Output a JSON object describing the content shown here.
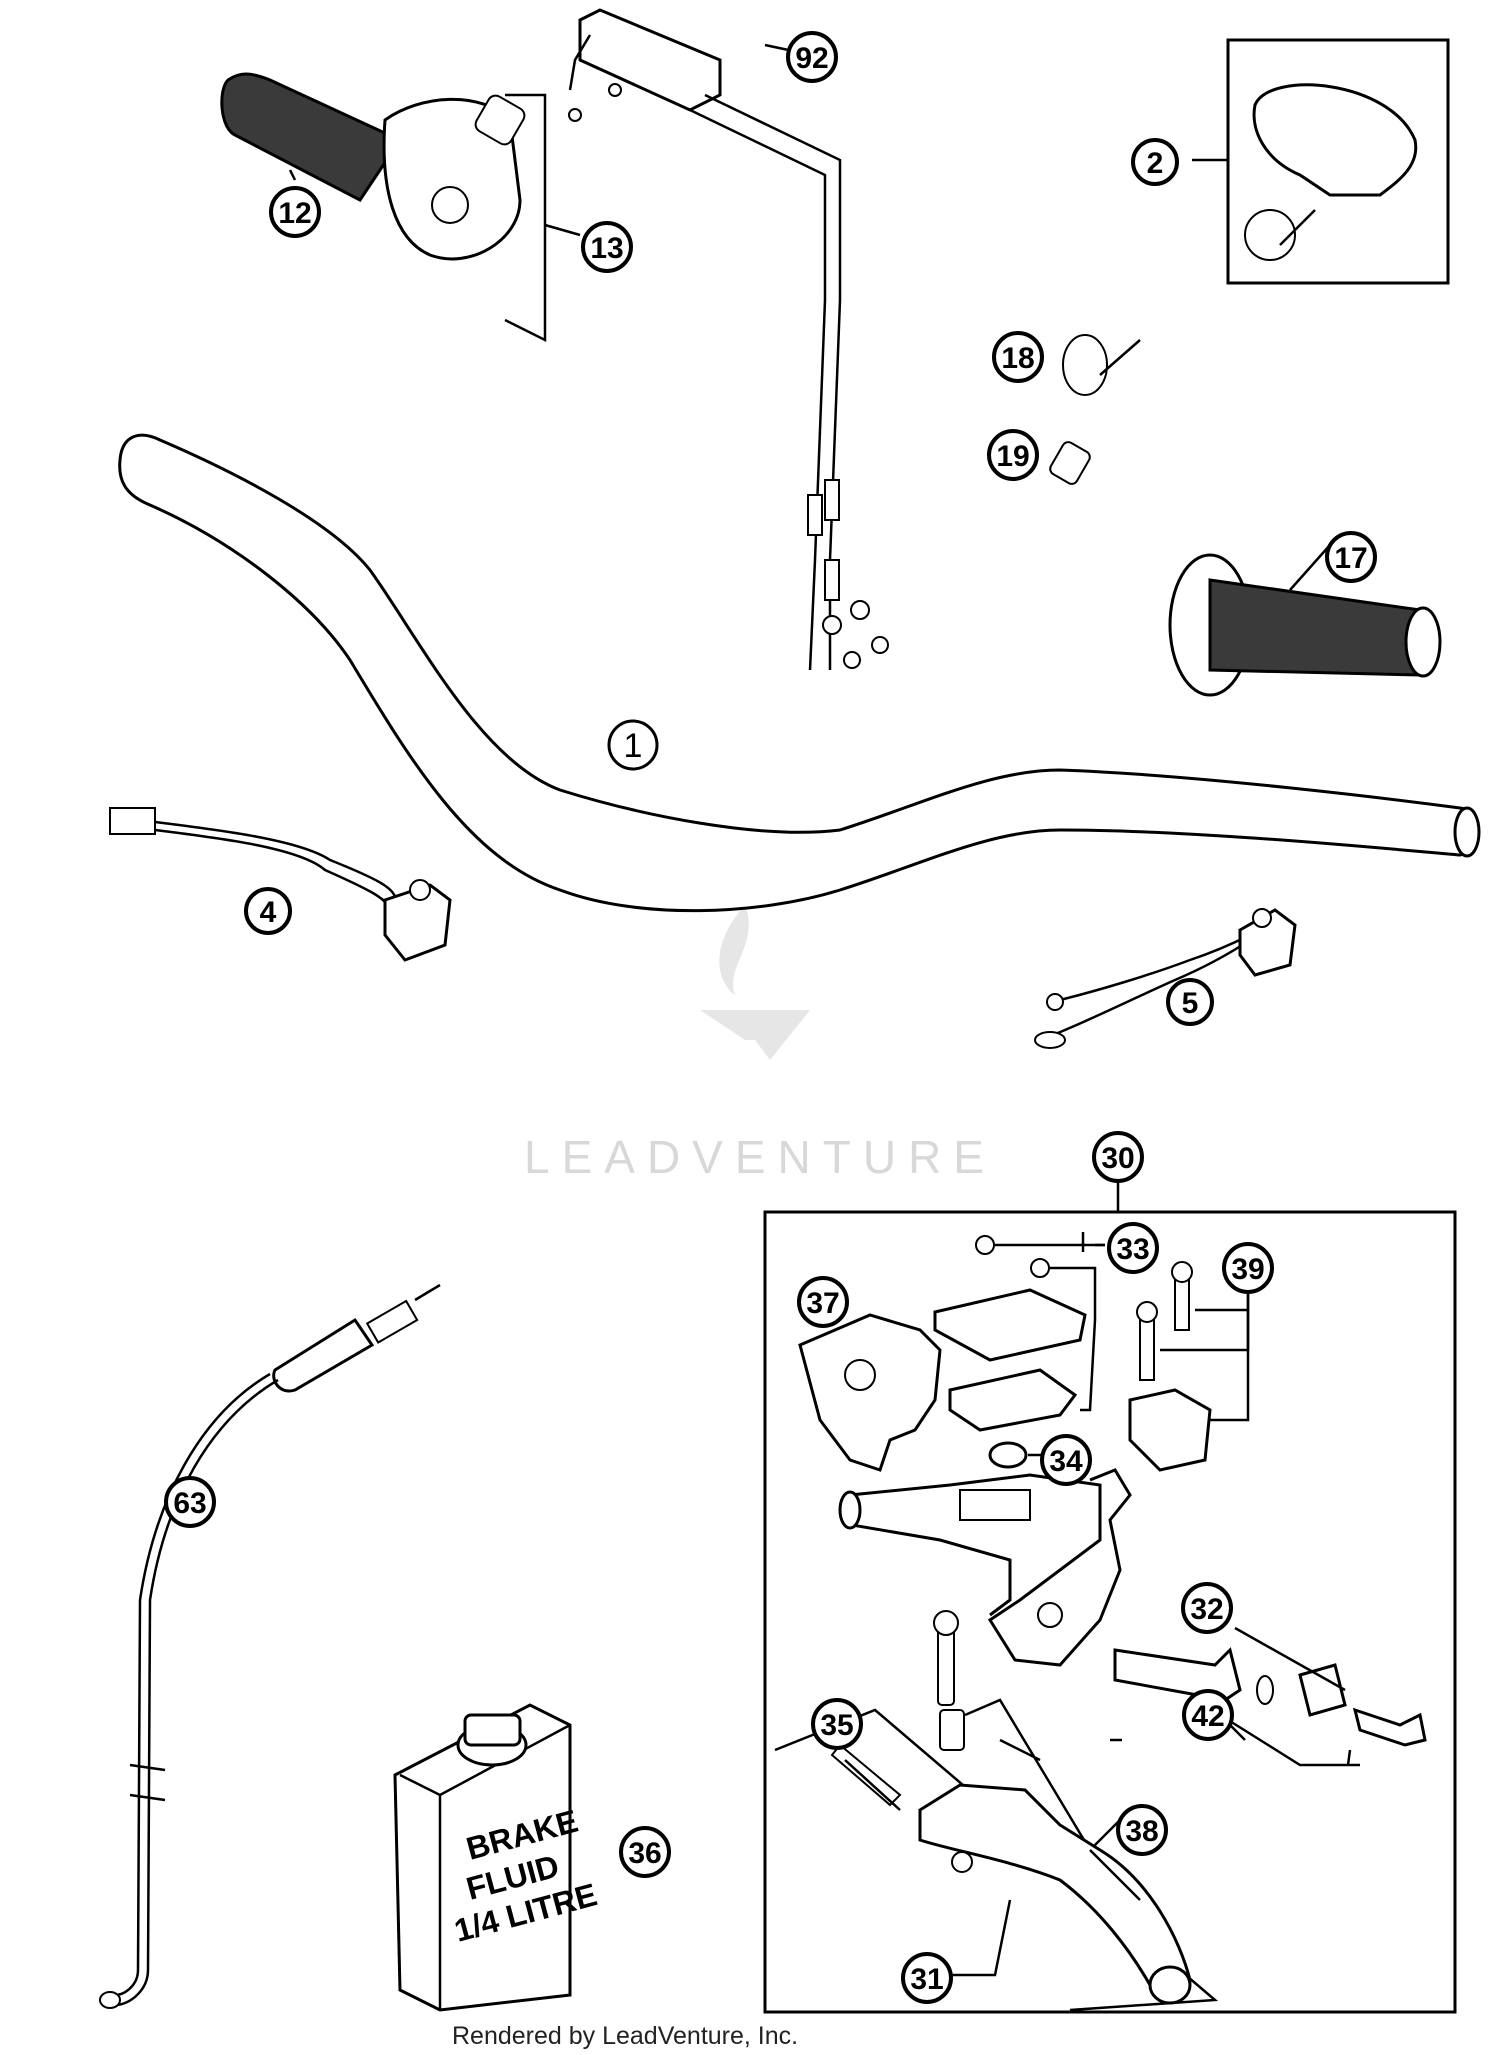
{
  "diagram": {
    "callouts": {
      "c1": "1",
      "c2": "2",
      "c4": "4",
      "c5": "5",
      "c12": "12",
      "c13": "13",
      "c17": "17",
      "c18": "18",
      "c19": "19",
      "c30": "30",
      "c31": "31",
      "c32": "32",
      "c33": "33",
      "c34": "34",
      "c35": "35",
      "c36": "36",
      "c37": "37",
      "c38": "38",
      "c39": "39",
      "c42": "42",
      "c63": "63",
      "c92": "92"
    },
    "fluid_label": {
      "line1": "BRAKE",
      "line2": "FLUID",
      "line3": "1/4 LITRE"
    }
  },
  "watermark": "LEADVENTURE",
  "footer": "Rendered by LeadVenture, Inc."
}
